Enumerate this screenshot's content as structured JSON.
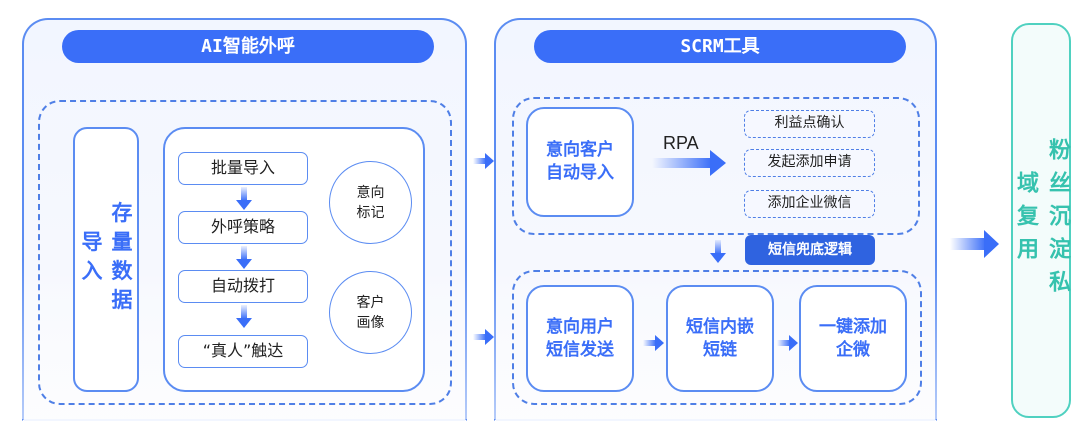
{
  "ai_panel": {
    "title": "AI智能外呼",
    "stock_import_label": "存量数据导入",
    "steps": [
      "批量导入",
      "外呼策略",
      "自动拨打",
      "“真人”触达"
    ],
    "circles": [
      "意向\n标记",
      "客户\n画像"
    ]
  },
  "scrm_panel": {
    "title": "SCRM工具",
    "auto_import_label": "意向客户\n自动导入",
    "rpa_label": "RPA",
    "rpa_options": [
      "利益点确认",
      "发起添加申请",
      "添加企业微信"
    ],
    "sms_fallback_label": "短信兜底逻辑",
    "sms_flow": [
      "意向用户\n短信发送",
      "短信内嵌\n短链",
      "一键添加\n企微"
    ]
  },
  "final": {
    "label": "粉丝沉淀私域复用"
  },
  "colors": {
    "primary_blue": "#3a6ef8",
    "dark_blue": "#2f63e0",
    "border_blue": "#5b8cf2",
    "teal": "#36c2ae",
    "teal_border": "#4fd1c0"
  }
}
